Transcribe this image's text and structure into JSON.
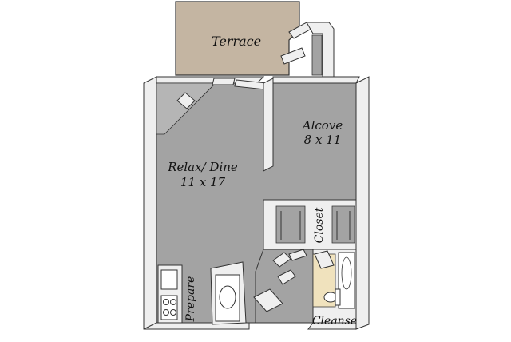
{
  "rooms": {
    "terrace": {
      "label": "Terrace"
    },
    "alcove": {
      "label": "Alcove",
      "dimensions": "8 x 11"
    },
    "relax_dine": {
      "label": "Relax/ Dine",
      "dimensions": "11 x 17"
    },
    "closet": {
      "label": "Closet"
    },
    "prepare": {
      "label": "Prepare"
    },
    "cleanse": {
      "label": "Cleanse"
    }
  },
  "colors": {
    "floor": "#a3a3a3",
    "terrace": "#c4b5a2",
    "bath": "#f0e2bd",
    "wall_face": "#efefef",
    "wall_shadow": "#7d7d7d",
    "outline": "#333333",
    "fixture": "#ffffff"
  }
}
